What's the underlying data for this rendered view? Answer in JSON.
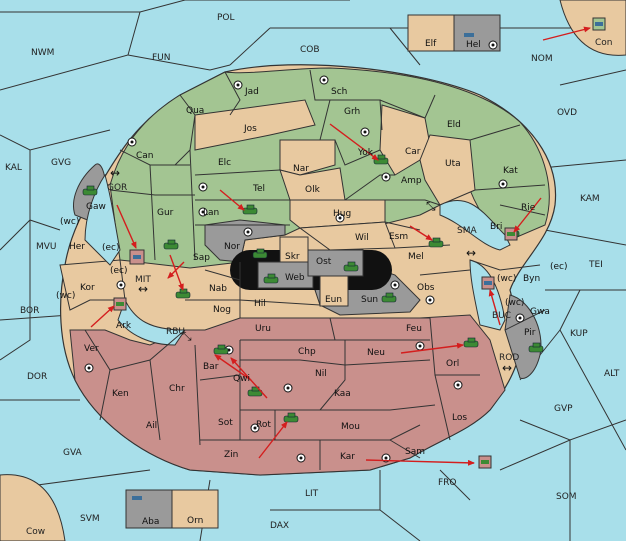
{
  "colors": {
    "sea": "#a8dfea",
    "neutral": "#e8c9a0",
    "green": "#a3c592",
    "red": "#c9908c",
    "gray": "#9a9a9a",
    "white": "#ffffff",
    "order": "#d41e1e",
    "unit": "#3c8a34"
  },
  "seas": {
    "pol": "POL",
    "nwm": "NWM",
    "fun": "FUN",
    "cob": "COB",
    "nom": "NOM",
    "ovd": "OVD",
    "kal": "KAL",
    "gvg": "GVG",
    "kam": "KAM",
    "tei": "TEI",
    "mvu": "MVU",
    "kup": "KUP",
    "bor": "BOR",
    "alt": "ALT",
    "dor": "DOR",
    "gvp": "GVP",
    "gva": "GVA",
    "fro": "FRO",
    "som": "SOM",
    "lit": "LIT",
    "svm": "SVM",
    "dax": "DAX",
    "cow": "Cow",
    "con": "Con",
    "mit": "MIT",
    "sma": "SMA",
    "rbu": "RBU",
    "gor": "GOR",
    "bri": "Bri",
    "buc": "BUC",
    "rod": "ROD"
  },
  "provinces": {
    "jad": "Jad",
    "sch": "Sch",
    "qua": "Qua",
    "jos": "Jos",
    "grh": "Grh",
    "eld": "Eld",
    "can": "Can",
    "car": "Car",
    "yok": "Yok",
    "uta": "Uta",
    "elc": "Elc",
    "nar": "Nar",
    "amp": "Amp",
    "kat": "Kat",
    "tel": "Tel",
    "olk": "Olk",
    "gur": "Gur",
    "lan": "Lan",
    "hug": "Hug",
    "rie": "Rie",
    "gaw": "Gaw",
    "wil": "Wil",
    "esm": "Esm",
    "her": "Her",
    "nor": "Nor",
    "skr": "Skr",
    "ost": "Ost",
    "mel": "Mel",
    "byn": "Byn",
    "sap": "Sap",
    "web": "Web",
    "kor": "Kor",
    "nab": "Nab",
    "eun": "Eun",
    "sun": "Sun",
    "obs": "Obs",
    "gwa": "Gwa",
    "ark": "Ark",
    "hil": "Hil",
    "nog": "Nog",
    "pir": "Pir",
    "uru": "Uru",
    "feu": "Feu",
    "ver": "Ver",
    "chp": "Chp",
    "neu": "Neu",
    "bar": "Bar",
    "qwi": "Qwi",
    "orl": "Orl",
    "nil": "Nil",
    "ken": "Ken",
    "chr": "Chr",
    "kaa": "Kaa",
    "ail": "Ail",
    "sot": "Sot",
    "rot": "Rot",
    "mou": "Mou",
    "los": "Los",
    "zin": "Zin",
    "kar": "Kar",
    "sam": "Sam",
    "elf": "Elf",
    "hel": "Hel",
    "aba": "Aba",
    "orn": "Orn"
  },
  "coast_tags": {
    "wc1": "(wc)",
    "ec1": "(ec)",
    "ec2": "(ec)",
    "wc2": "(wc)",
    "wc3": "(wc)",
    "ec3": "(ec)",
    "wc4": "(wc)"
  },
  "arrows": {
    "double": "↔",
    "dbl_diag": "⤡"
  }
}
